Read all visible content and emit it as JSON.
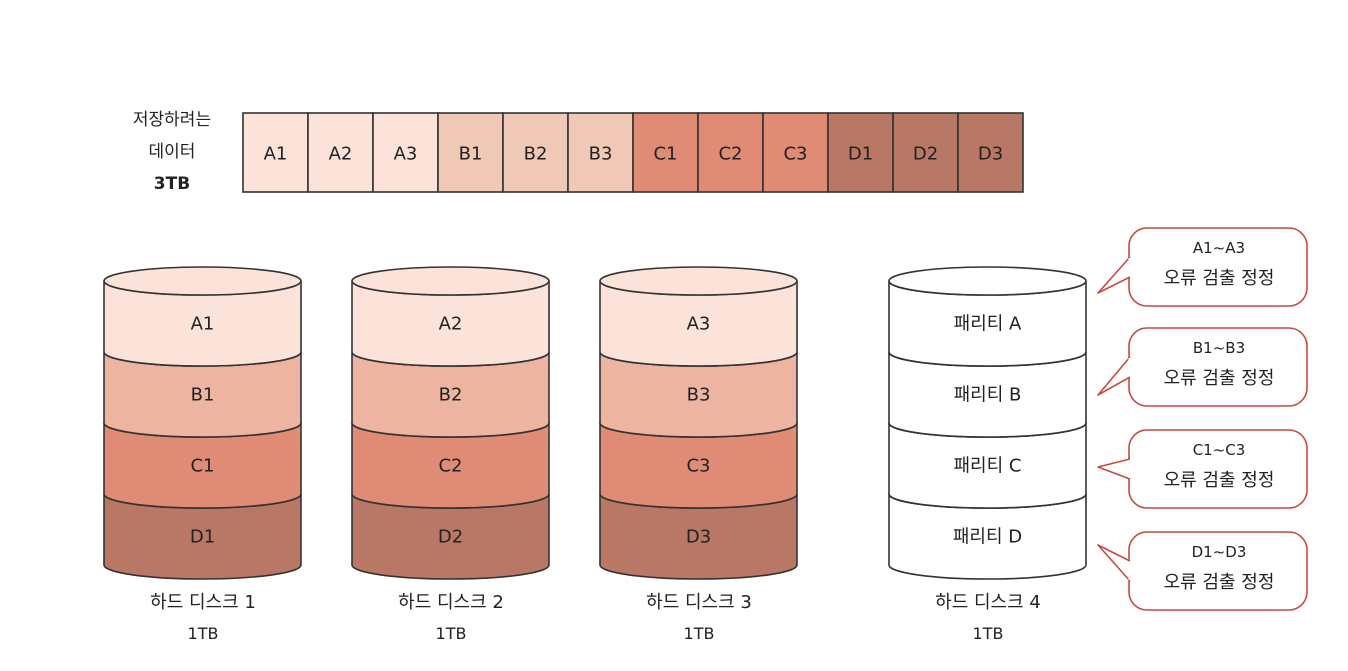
{
  "source_data": {
    "label_lines": [
      "저장하려는",
      "데이터",
      "3TB"
    ],
    "cells": [
      {
        "label": "A1",
        "color": "#fce3da"
      },
      {
        "label": "A2",
        "color": "#fce3da"
      },
      {
        "label": "A3",
        "color": "#fce3da"
      },
      {
        "label": "B1",
        "color": "#f0c8b6"
      },
      {
        "label": "B2",
        "color": "#f0c8b6"
      },
      {
        "label": "B3",
        "color": "#f0c8b6"
      },
      {
        "label": "C1",
        "color": "#df8b75"
      },
      {
        "label": "C2",
        "color": "#df8b75"
      },
      {
        "label": "C3",
        "color": "#df8b75"
      },
      {
        "label": "D1",
        "color": "#b97766"
      },
      {
        "label": "D2",
        "color": "#b97766"
      },
      {
        "label": "D3",
        "color": "#b97766"
      }
    ]
  },
  "disks": [
    {
      "name": "하드 디스크 1",
      "size": "1TB",
      "layers": [
        {
          "label": "A1",
          "color": "#fce3da"
        },
        {
          "label": "B1",
          "color": "#ecb4a1"
        },
        {
          "label": "C1",
          "color": "#df8b75"
        },
        {
          "label": "D1",
          "color": "#b97766"
        }
      ]
    },
    {
      "name": "하드 디스크 2",
      "size": "1TB",
      "layers": [
        {
          "label": "A2",
          "color": "#fce3da"
        },
        {
          "label": "B2",
          "color": "#ecb4a1"
        },
        {
          "label": "C2",
          "color": "#df8b75"
        },
        {
          "label": "D2",
          "color": "#b97766"
        }
      ]
    },
    {
      "name": "하드 디스크 3",
      "size": "1TB",
      "layers": [
        {
          "label": "A3",
          "color": "#fce3da"
        },
        {
          "label": "B3",
          "color": "#ecb4a1"
        },
        {
          "label": "C3",
          "color": "#df8b75"
        },
        {
          "label": "D3",
          "color": "#b97766"
        }
      ]
    },
    {
      "name": "하드 디스크 4",
      "size": "1TB",
      "layers": [
        {
          "label": "패리티 A",
          "color": "#ffffff"
        },
        {
          "label": "패리티 B",
          "color": "#ffffff"
        },
        {
          "label": "패리티 C",
          "color": "#ffffff"
        },
        {
          "label": "패리티 D",
          "color": "#ffffff"
        }
      ]
    }
  ],
  "bubbles": [
    {
      "range": "A1~A3",
      "description": "오류 검출 정정"
    },
    {
      "range": "B1~B3",
      "description": "오류 검출 정정"
    },
    {
      "range": "C1~C3",
      "description": "오류 검출 정정"
    },
    {
      "range": "D1~D3",
      "description": "오류 검출 정정"
    }
  ],
  "colors": {
    "stroke": "#333333",
    "bubble_stroke": "#c94a3f"
  }
}
